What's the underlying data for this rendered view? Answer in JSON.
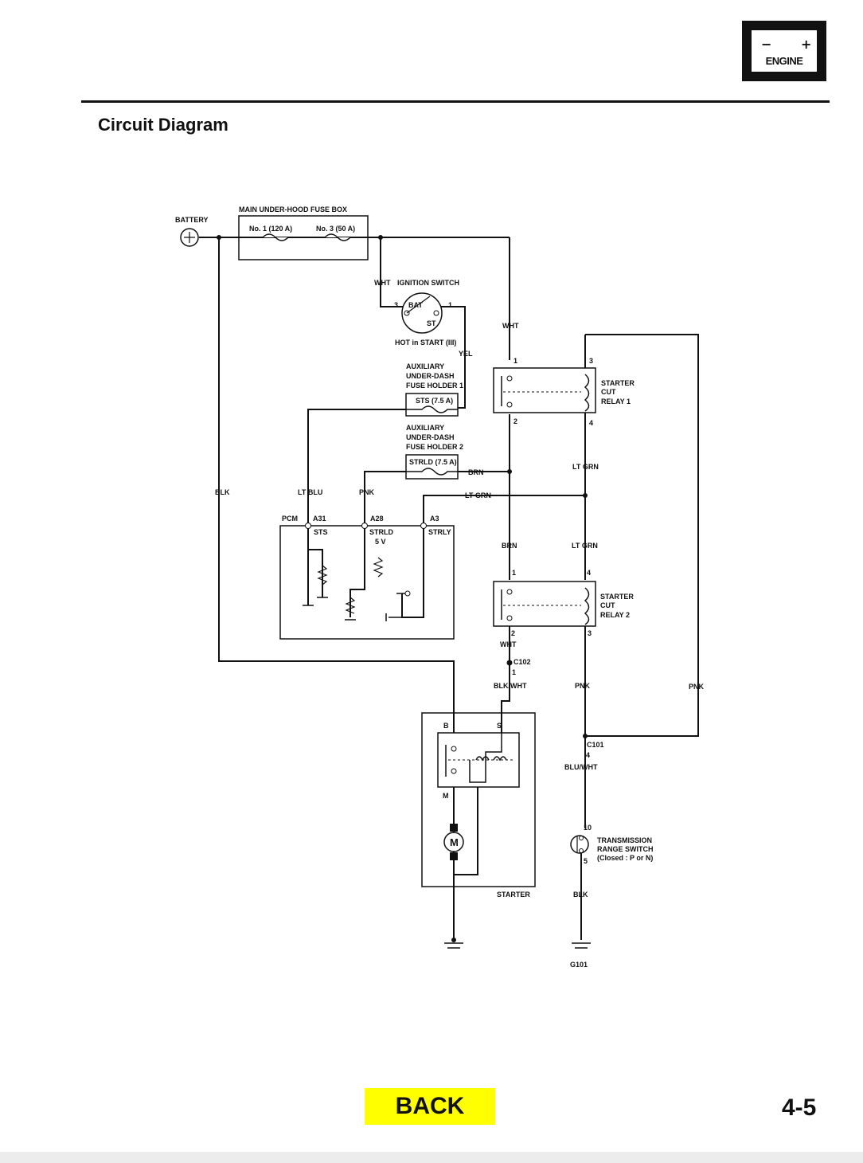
{
  "badge": {
    "label": "ENGINE",
    "minus": "−",
    "plus": "+"
  },
  "header": {
    "title": "Circuit Diagram"
  },
  "diagram": {
    "battery": "BATTERY",
    "fusebox_title": "MAIN UNDER-HOOD FUSE BOX",
    "fuse1": "No. 1 (120 A)",
    "fuse3": "No. 3 (50 A)",
    "ign_title": "IGNITION SWITCH",
    "ign_bat": "BAT",
    "ign_st": "ST",
    "ign_hot": "HOT in START (III)",
    "ign_pin3": "3",
    "ign_pin1": "1",
    "aux1_l1": "AUXILIARY",
    "aux1_l2": "UNDER-DASH",
    "aux1_l3": "FUSE HOLDER 1",
    "aux1_fuse": "STS (7.5 A)",
    "aux2_l1": "AUXILIARY",
    "aux2_l2": "UNDER-DASH",
    "aux2_l3": "FUSE HOLDER 2",
    "aux2_fuse": "STRLD (7.5 A)",
    "relay1_l1": "STARTER",
    "relay1_l2": "CUT",
    "relay1_l3": "RELAY 1",
    "relay2_l1": "STARTER",
    "relay2_l2": "CUT",
    "relay2_l3": "RELAY 2",
    "pcm": "PCM",
    "pcm_a31": "A31",
    "pcm_sts": "STS",
    "pcm_a28": "A28",
    "pcm_strld": "STRLD",
    "pcm_5v": "5 V",
    "pcm_a3": "A3",
    "pcm_strly": "STRLY",
    "c102": "C102",
    "c101": "C101",
    "starter": "STARTER",
    "starter_b": "B",
    "starter_s": "S",
    "starter_m": "M",
    "motor": "M",
    "trs_l1": "TRANSMISSION",
    "trs_l2": "RANGE SWITCH",
    "trs_l3": "(Closed : P or N)",
    "g101": "G101",
    "wires": {
      "wht_ign": "WHT",
      "wht_main": "WHT",
      "yel": "YEL",
      "blk_left": "BLK",
      "lt_blu": "LT BLU",
      "pnk_pcm": "PNK",
      "brn_h": "BRN",
      "lt_grn_h": "LT GRN",
      "lt_grn_r1": "LT GRN",
      "brn_r2": "BRN",
      "lt_grn_r2": "LT GRN",
      "wht_r2": "WHT",
      "blk_wht": "BLK/WHT",
      "pnk_mid": "PNK",
      "pnk_right": "PNK",
      "blu_wht": "BLU/WHT",
      "blk_trs": "BLK"
    },
    "pins": {
      "r1_1": "1",
      "r1_2": "2",
      "r1_3": "3",
      "r1_4": "4",
      "r2_1": "1",
      "r2_2": "2",
      "r2_3": "3",
      "r2_4": "4",
      "c102_1": "1",
      "c101_4": "4",
      "trs_10": "10",
      "trs_5": "5"
    }
  },
  "nav": {
    "back_label": "BACK"
  },
  "page": {
    "number": "4-5"
  }
}
